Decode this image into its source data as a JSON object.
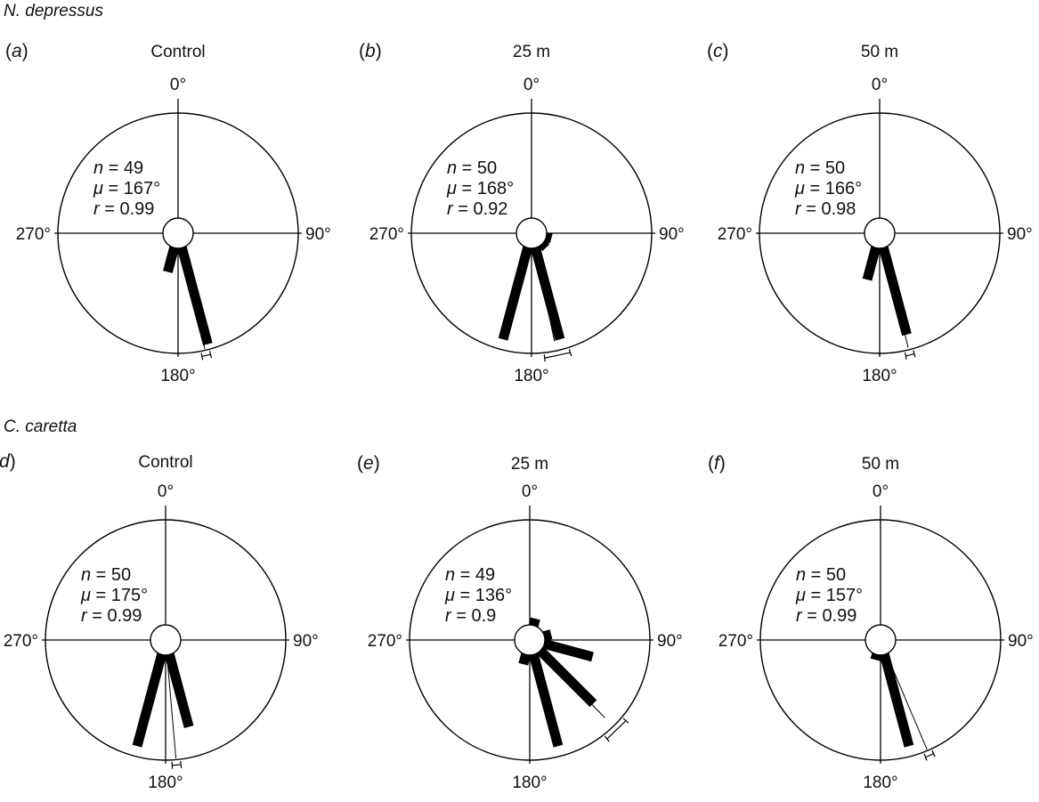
{
  "rows": [
    {
      "species": "N. depressus"
    },
    {
      "species": "C. caretta"
    }
  ],
  "degree_labels": {
    "top": "0°",
    "right": "90°",
    "bottom": "180°",
    "left": "270°"
  },
  "chart_data": [
    {
      "type": "circular-histogram",
      "letter": "a",
      "title": "Control",
      "species": "N. depressus",
      "stats": {
        "n": "49",
        "mu": "167°",
        "r": "0.99"
      },
      "bars": [
        {
          "angle": 195,
          "relative_length": 0.25
        },
        {
          "angle": 165,
          "relative_length": 1.0
        }
      ],
      "mean_vector": {
        "angle": 167,
        "r": 0.99
      },
      "ci_half_width_deg": 2
    },
    {
      "type": "circular-histogram",
      "letter": "b",
      "title": "25 m",
      "species": "N. depressus",
      "stats": {
        "n": "50",
        "mu": "168°",
        "r": "0.92"
      },
      "bars": [
        {
          "angle": 195,
          "relative_length": 0.95
        },
        {
          "angle": 165,
          "relative_length": 0.95
        },
        {
          "angle": 135,
          "relative_length": 0.05
        },
        {
          "angle": 105,
          "relative_length": 0.05
        }
      ],
      "mean_vector": {
        "angle": 168,
        "r": 0.92
      },
      "ci_half_width_deg": 6
    },
    {
      "type": "circular-histogram",
      "letter": "c",
      "title": "50 m",
      "species": "N. depressus",
      "stats": {
        "n": "50",
        "mu": "166°",
        "r": "0.98"
      },
      "bars": [
        {
          "angle": 195,
          "relative_length": 0.33
        },
        {
          "angle": 165,
          "relative_length": 0.9
        }
      ],
      "mean_vector": {
        "angle": 166,
        "r": 0.98
      },
      "ci_half_width_deg": 2
    },
    {
      "type": "circular-histogram",
      "letter": "d",
      "title": "Control",
      "species": "C. caretta",
      "stats": {
        "n": "50",
        "mu": "175°",
        "r": "0.99"
      },
      "bars": [
        {
          "angle": 195,
          "relative_length": 0.95
        },
        {
          "angle": 165,
          "relative_length": 0.75
        }
      ],
      "mean_vector": {
        "angle": 175,
        "r": 0.99
      },
      "ci_half_width_deg": 2
    },
    {
      "type": "circular-histogram",
      "letter": "e",
      "title": "25 m",
      "species": "C. caretta",
      "stats": {
        "n": "49",
        "mu": "136°",
        "r": "0.9"
      },
      "bars": [
        {
          "angle": 165,
          "relative_length": 0.95
        },
        {
          "angle": 135,
          "relative_length": 0.75
        },
        {
          "angle": 105,
          "relative_length": 0.5
        },
        {
          "angle": 195,
          "relative_length": 0.1
        },
        {
          "angle": 75,
          "relative_length": 0.07
        },
        {
          "angle": 15,
          "relative_length": 0.07
        }
      ],
      "mean_vector": {
        "angle": 136,
        "r": 0.9
      },
      "ci_half_width_deg": 6
    },
    {
      "type": "circular-histogram",
      "letter": "f",
      "title": "50 m",
      "species": "C. caretta",
      "stats": {
        "n": "50",
        "mu": "157°",
        "r": "0.99"
      },
      "bars": [
        {
          "angle": 165,
          "relative_length": 0.95
        },
        {
          "angle": 195,
          "relative_length": 0.05
        }
      ],
      "mean_vector": {
        "angle": 157,
        "r": 0.99
      },
      "ci_half_width_deg": 2
    }
  ]
}
